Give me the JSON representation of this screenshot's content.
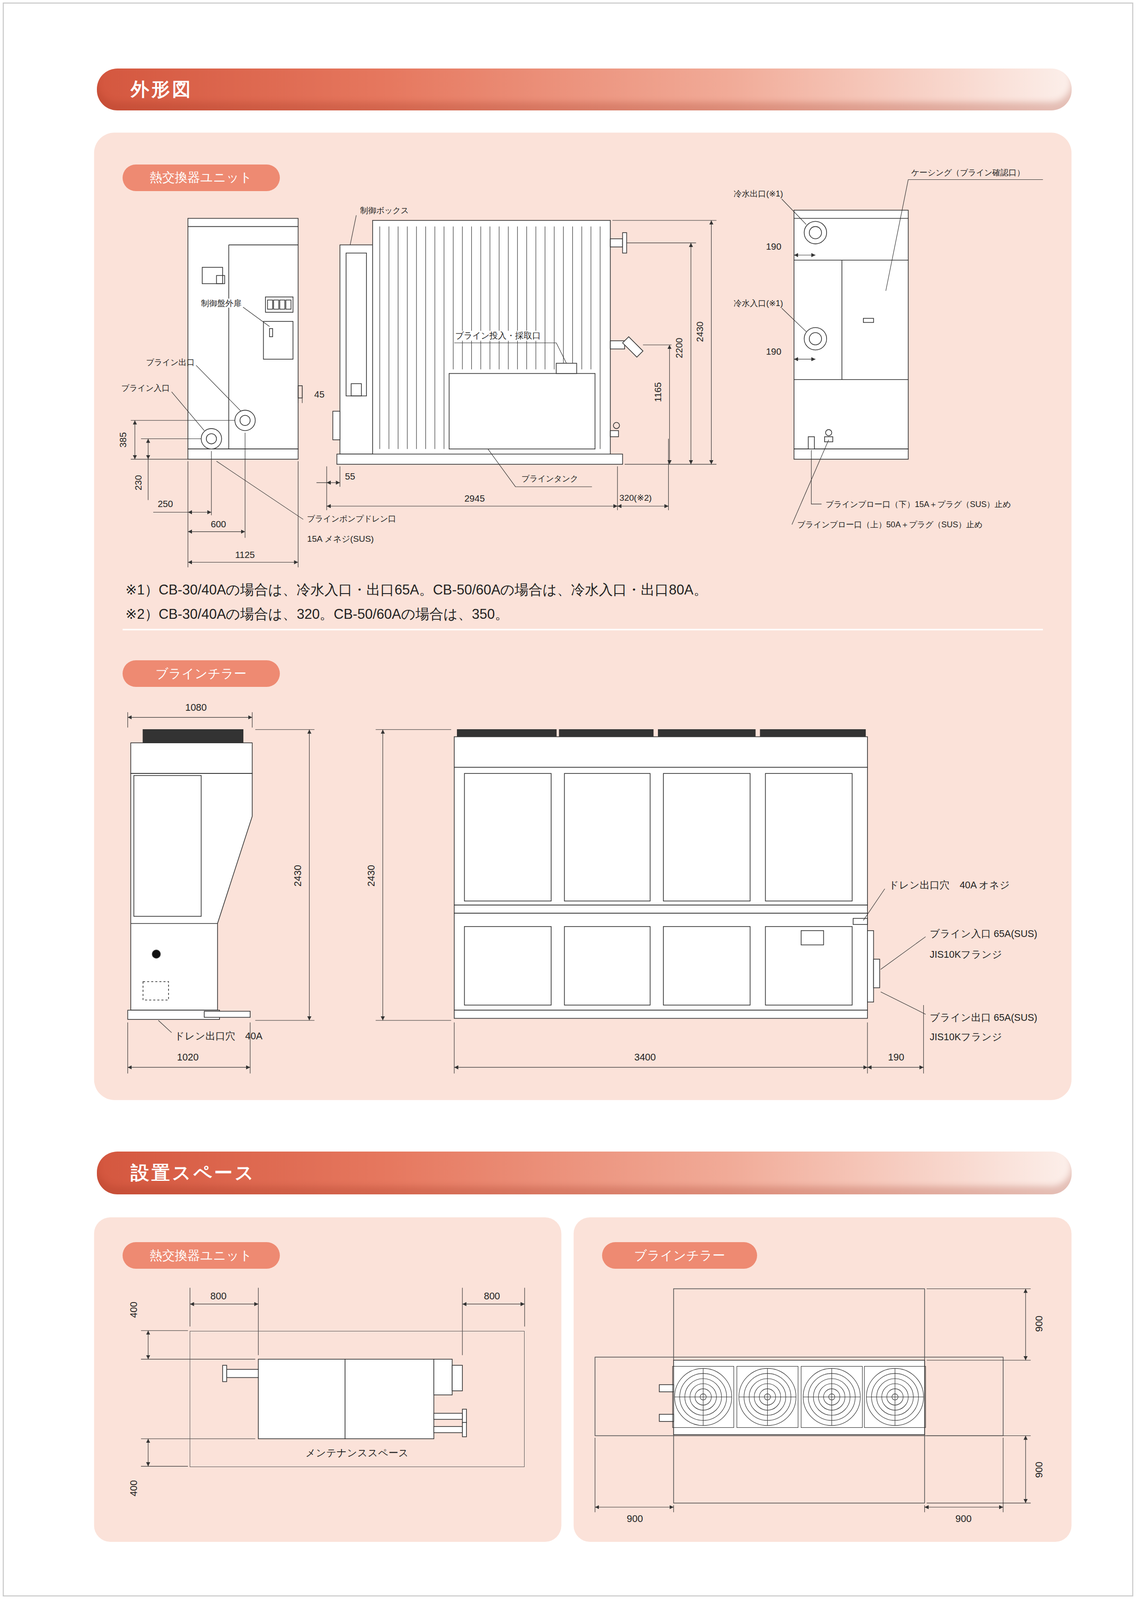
{
  "diagram": {
    "nodes": [
      {
        "text": [
          "外形図"
        ]
      },
      {
        "text": [
          "熱交換器ユニット"
        ]
      },
      {
        "text": [
          "ブラインチラー"
        ]
      },
      {
        "text": [
          "設置スペース"
        ]
      },
      {
        "text": [
          "熱交換器ユニット"
        ]
      },
      {
        "text": [
          "ブラインチラー"
        ]
      },
      {
        "text": [
          "メンテナンススペース"
        ]
      }
    ],
    "labels": [
      "制御ボックス",
      "ケーシング（ブライン確認口）",
      "冷水出口(※1)",
      "制御盤外扉",
      "ブライン投入・採取口",
      "冷水入口(※1)",
      "ブライン出口",
      "ブライン入口",
      "45",
      "385",
      "190",
      "190",
      "2200",
      "2430",
      "1165",
      "230",
      "55",
      "ブラインタンク",
      "250",
      "2945",
      "320(※2)",
      "ブラインブロー口（下）15A＋プラグ（SUS）止め",
      "ブラインポンプドレン口",
      "ブラインブロー口（上）50A＋プラグ（SUS）止め",
      "600",
      "15A メネジ(SUS)",
      "1125",
      "※1）CB-30/40Aの場合は、冷水入口・出口65A。CB-50/60Aの場合は、冷水入口・出口80A。",
      "※2）CB-30/40Aの場合は、320。CB-50/60Aの場合は、350。",
      "1080",
      "2430",
      "2430",
      "ドレン出口穴　40A オネジ",
      "ブライン入口 65A(SUS)",
      "JIS10Kフランジ",
      "ブライン出口 65A(SUS)",
      "JIS10Kフランジ",
      "ドレン出口穴　40A",
      "1020",
      "3400",
      "190",
      "800",
      "800",
      "400",
      "400",
      "900",
      "900",
      "900",
      "900"
    ]
  }
}
